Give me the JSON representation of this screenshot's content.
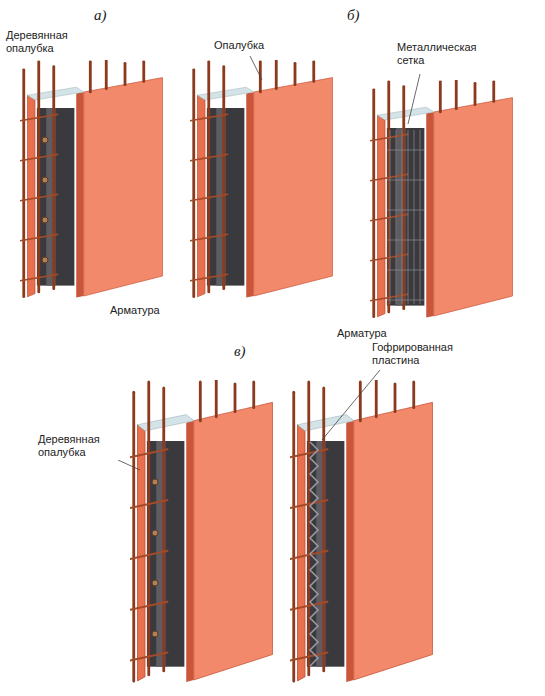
{
  "diagram": {
    "labels": [
      "а)",
      "б)",
      "Деревянная опалубка",
      "Опалубка",
      "Металлическая сетка",
      "Арматура",
      "Арматура",
      "в)",
      "Гофрированная пластина",
      "Деревянная опалубка"
    ]
  }
}
